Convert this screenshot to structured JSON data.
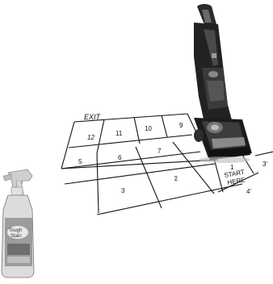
{
  "grid": {
    "exit_label": "EXIT",
    "cell_numbers": [
      "12",
      "11",
      "10",
      "9",
      "5",
      "6",
      "7",
      "3",
      "2",
      "1"
    ],
    "start_label_line1": "START",
    "start_label_line2": "HERE",
    "dimension_width": "4'",
    "dimension_depth": "3'"
  },
  "product": {
    "line1": "Tough",
    "line2": "Stain"
  }
}
